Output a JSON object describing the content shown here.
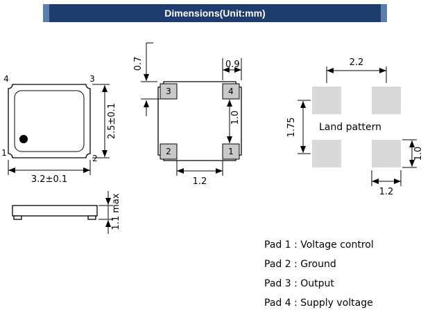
{
  "header": {
    "title": "Dimensions(Unit:mm)"
  },
  "colors": {
    "header_bg": "#1e3c6e",
    "header_accent": "#5a7db0",
    "pad_fill": "#c9c9c9",
    "land_pad_fill": "#d9d9d9",
    "line": "#000000"
  },
  "top_view": {
    "pins": {
      "top_left": "4",
      "top_right": "3",
      "bottom_left": "1",
      "bottom_right": "2"
    },
    "width_dim": "3.2±0.1",
    "height_dim": "2.5±0.1"
  },
  "bottom_view": {
    "pads": {
      "top_left": "3",
      "top_right": "4",
      "bottom_left": "2",
      "bottom_right": "1"
    },
    "dims": {
      "edge_to_pad": "0.7",
      "pad_width": "0.9",
      "pad_gap_vertical": "1.0",
      "pad_gap_horizontal": "1.2"
    }
  },
  "land_pattern": {
    "label": "Land pattern",
    "dims": {
      "horizontal_pitch": "2.2",
      "vertical_pitch": "1.75",
      "pad_height": "1.0",
      "pad_width": "1.2"
    }
  },
  "side_view": {
    "height_dim": "1.1 max"
  },
  "pad_functions": [
    "Pad 1 : Voltage control",
    "Pad 2 : Ground",
    "Pad 3 : Output",
    "Pad 4 : Supply voltage"
  ]
}
